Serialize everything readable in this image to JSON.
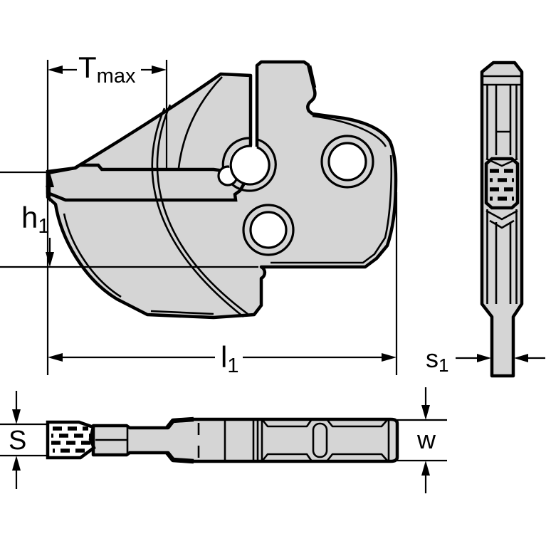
{
  "drawing": {
    "type": "technical-drawing",
    "subject": "grooving-tool-head-with-insert"
  },
  "dimensions": {
    "t_max": {
      "base": "T",
      "sub": "max"
    },
    "h1": {
      "base": "h",
      "sub": "1"
    },
    "l1": {
      "base": "l",
      "sub": "1"
    },
    "s1": {
      "base": "s",
      "sub": "1"
    },
    "s": {
      "base": "S"
    },
    "w": {
      "base": "w"
    }
  },
  "colors": {
    "background": "#ffffff",
    "body_fill": "#d5d5d5",
    "insert_fill": "#f7d377",
    "line": "#000000",
    "hole_fill": "#ffffff"
  }
}
